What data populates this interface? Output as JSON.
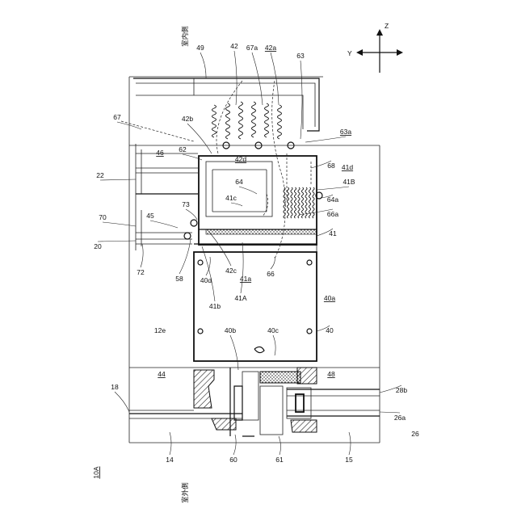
{
  "figure": {
    "title": "10A",
    "side_indoor": "室内側",
    "side_outdoor": "室外側"
  },
  "axes": {
    "z": "Z",
    "y": "Y"
  },
  "labels": [
    "49",
    "42",
    "67a",
    "42a",
    "63",
    "67",
    "42b",
    "63a",
    "46",
    "62",
    "42d",
    "68",
    "41d",
    "41B",
    "22",
    "64",
    "41c",
    "64a",
    "66a",
    "73",
    "70",
    "45",
    "41",
    "20",
    "72",
    "58",
    "40d",
    "42c",
    "41a",
    "66",
    "41A",
    "41b",
    "40a",
    "12e",
    "40",
    "40b",
    "40c",
    "44",
    "48",
    "18",
    "28b",
    "26a",
    "26",
    "14",
    "60",
    "61",
    "15"
  ]
}
